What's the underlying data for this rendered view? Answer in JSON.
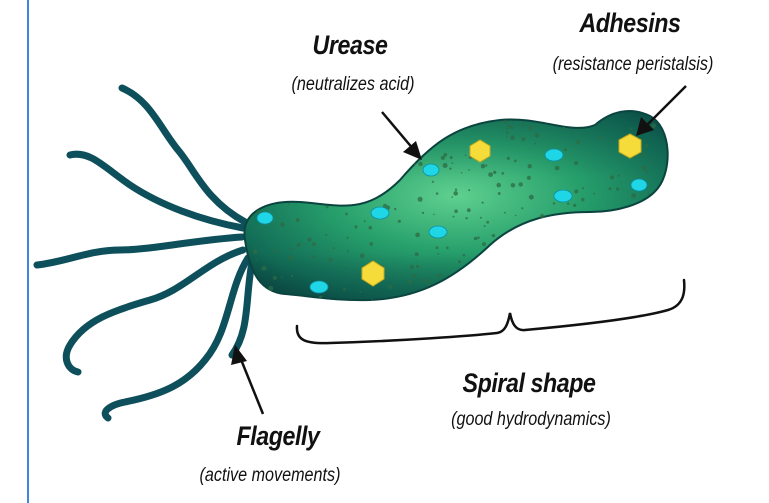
{
  "labels": {
    "urease": {
      "title": "Urease",
      "subtitle": "(neutralizes acid)"
    },
    "adhesins": {
      "title": "Adhesins",
      "subtitle": "(resistance peristalsis)"
    },
    "spiral": {
      "title": "Spiral shape",
      "subtitle": "(good hydrodynamics)"
    },
    "flagelly": {
      "title": "Flagelly",
      "subtitle": "(active movements)"
    }
  },
  "colors": {
    "flagella": "#0d4f5b",
    "body_dark": "#0c4a44",
    "body_mid": "#1f8f65",
    "body_light": "#52c98a",
    "urease_spot": "#1fd6e6",
    "adhesin_spot": "#f5dc3a",
    "dots": "#2d6b45",
    "frame": "#3d86e0"
  },
  "icons": {
    "bacterium": "helicobacter-bacterium-icon",
    "arrow": "arrow-icon",
    "brace": "curly-brace-icon"
  }
}
